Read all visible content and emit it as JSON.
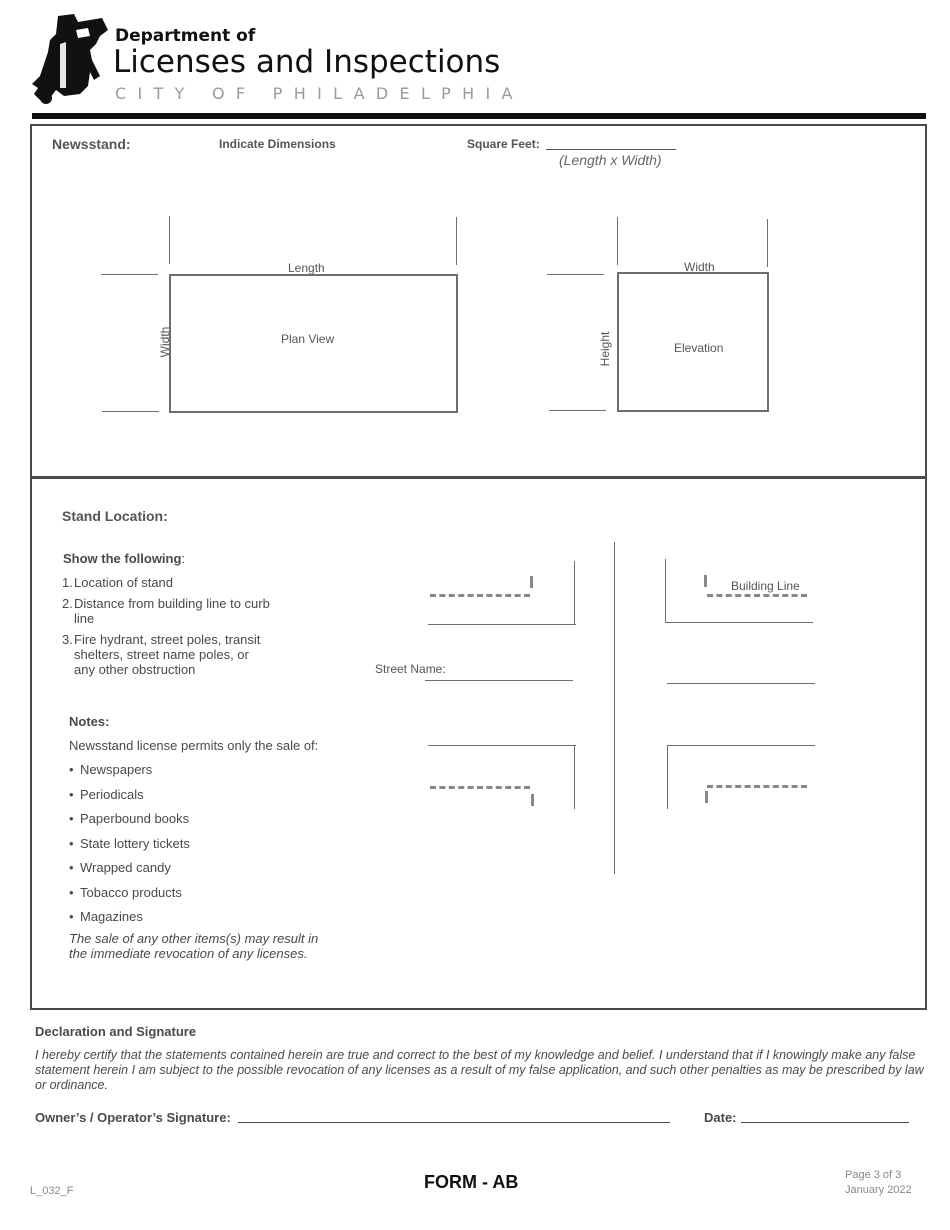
{
  "header": {
    "line1": "Department of",
    "line2": "Licenses and Inspections",
    "line3": "CITY OF PHILADELPHIA",
    "logo_icon": "liberty-bell-icon"
  },
  "newsstand": {
    "title": "Newsstand:",
    "indicate": "Indicate Dimensions",
    "square_feet_label": "Square Feet:",
    "square_feet_value": "",
    "length_x_width": "(Length x Width)",
    "plan": {
      "length": "Length",
      "width": "Width",
      "label": "Plan View"
    },
    "elevation": {
      "width": "Width",
      "height": "Height",
      "label": "Elevation"
    }
  },
  "location": {
    "title": "Stand Location:",
    "show_label": "Show the following",
    "show_colon": ":",
    "items": [
      {
        "num": "1.",
        "text": "Location of stand"
      },
      {
        "num": "2.",
        "text": "Distance from building line to curb line"
      },
      {
        "num": "3.",
        "text": "Fire hydrant, street poles, transit shelters, street name poles, or any other obstruction"
      }
    ],
    "notes_title": "Notes:",
    "notes_intro": "Newsstand license permits only the sale of:",
    "notes_items": [
      "Newspapers",
      "Periodicals",
      "Paperbound books",
      "State lottery tickets",
      "Wrapped candy",
      "Tobacco products",
      "Magazines"
    ],
    "notes_warning": "The sale of any other items(s) may result in the immediate revocation of any licenses.",
    "street_name_label": "Street Name:",
    "building_line_label": "Building Line"
  },
  "declaration": {
    "title": "Declaration and Signature",
    "text": "I hereby certify that the statements contained herein are true and correct to the best of my knowledge and belief. I understand that if I knowingly make any false statement herein I am subject to the possible revocation of any licenses as a result of my false application, and such other penalties as may be prescribed by law or ordinance.",
    "signature_label": "Owner’s / Operator’s Signature:",
    "signature_value": "",
    "date_label": "Date:",
    "date_value": ""
  },
  "footer": {
    "form_code": "L_032_F",
    "form_title": "FORM - AB",
    "page": "Page 3 of 3",
    "date": "January 2022"
  }
}
